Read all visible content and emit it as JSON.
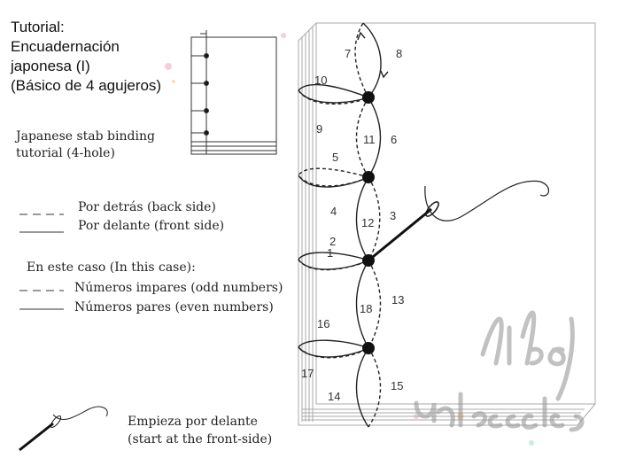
{
  "title": {
    "line1": "Tutorial:",
    "line2": "Encuadernación",
    "line3": "japonesa (I)",
    "line4": "(Básico de 4 agujeros)"
  },
  "subtitle": {
    "line1": "Japanese stab binding",
    "line2": "tutorial (4-hole)"
  },
  "legend": {
    "back": "Por detrás (back side)",
    "front": "Por delante (front side)",
    "case_heading": "En este caso (In this case):",
    "odd": "Números impares (odd numbers)",
    "even": "Números pares (even numbers)"
  },
  "start": {
    "line1": "Empieza por delante",
    "line2": "(start at the front-side)"
  },
  "steps": {
    "n1": "1",
    "n2": "2",
    "n3": "3",
    "n4": "4",
    "n5": "5",
    "n6": "6",
    "n7": "7",
    "n8": "8",
    "n9": "9",
    "n10": "10",
    "n11": "11",
    "n12": "12",
    "n13": "13",
    "n14": "14",
    "n15": "15",
    "n16": "16",
    "n17": "17",
    "n18": "18"
  },
  "watermark": {
    "text": "life of watercolors"
  }
}
